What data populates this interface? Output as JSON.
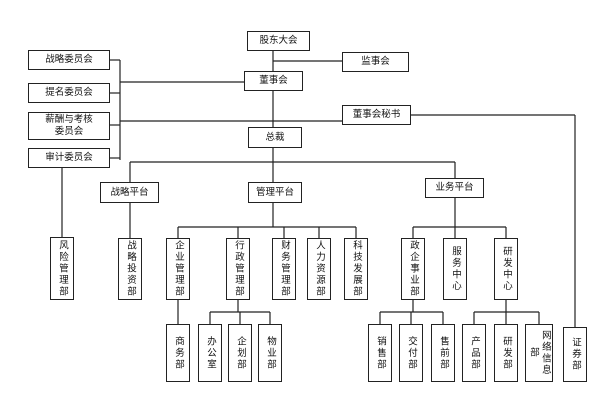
{
  "nodes": {
    "shareholders": "股东大会",
    "supervisory": "监事会",
    "board": "董事会",
    "strategy_committee": "战略委员会",
    "nomination_committee": "提名委员会",
    "compensation_committee": "薪酬与考核\n委员会",
    "audit_committee": "审计委员会",
    "board_secretary": "董事会秘书",
    "president": "总裁",
    "strategy_platform": "战略平台",
    "management_platform": "管理平台",
    "business_platform": "业务平台",
    "risk_mgmt": "风险管理部",
    "strategic_investment": "战略投资部",
    "enterprise_mgmt": "企业管理部",
    "admin_mgmt": "行政管理部",
    "finance_mgmt": "财务管理部",
    "hr": "人力资源部",
    "tech_dev": "科技发展部",
    "gov_enterprise": "政企事业部",
    "service_center": "服务中心",
    "rd_center": "研发中心",
    "commerce": "商务部",
    "office": "办公室",
    "planning": "企划部",
    "property": "物业部",
    "sales": "销售部",
    "delivery": "交付部",
    "presales": "售前部",
    "product": "产品部",
    "rd_dept": "研发部",
    "network_info": "网络信息部",
    "securities": "证券部"
  }
}
